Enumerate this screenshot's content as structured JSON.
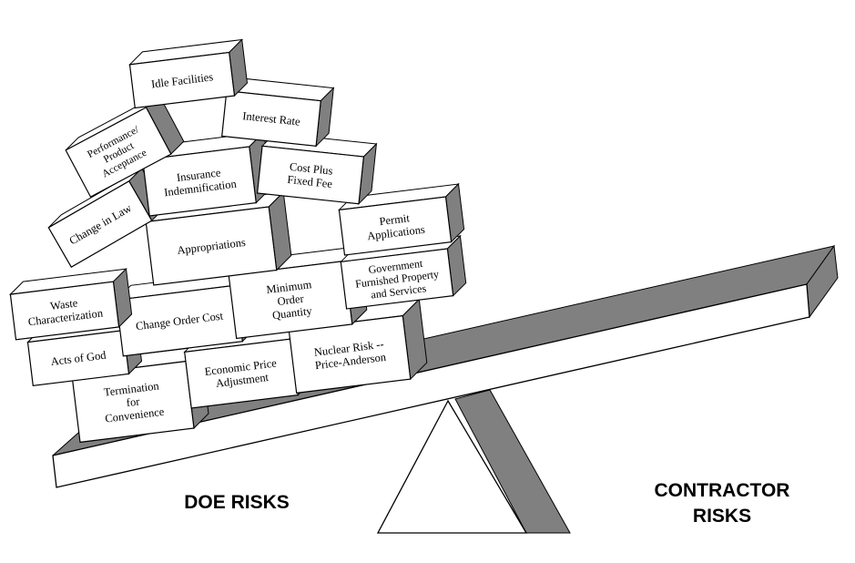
{
  "labels": {
    "left_side": "DOE RISKS",
    "right_side": [
      "CONTRACTOR",
      "RISKS"
    ]
  },
  "colors": {
    "shadow": "#808080",
    "face": "#ffffff",
    "outline": "#000000"
  },
  "blocks": [
    {
      "id": "termination-for-convenience",
      "lines": [
        "Termination",
        "for",
        "Convenience"
      ]
    },
    {
      "id": "economic-price-adjustment",
      "lines": [
        "Economic Price",
        "Adjustment"
      ]
    },
    {
      "id": "nuclear-risk-price-anderson",
      "lines": [
        "Nuclear Risk --",
        "Price-Anderson"
      ]
    },
    {
      "id": "acts-of-god",
      "lines": [
        "Acts of God"
      ]
    },
    {
      "id": "change-order-cost",
      "lines": [
        "Change Order Cost"
      ]
    },
    {
      "id": "minimum-order-quantity",
      "lines": [
        "Minimum",
        "Order",
        "Quantity"
      ]
    },
    {
      "id": "government-furnished-property",
      "lines": [
        "Government",
        "Furnished Property",
        "and Services"
      ]
    },
    {
      "id": "waste-characterization",
      "lines": [
        "Waste",
        "Characterization"
      ]
    },
    {
      "id": "appropriations",
      "lines": [
        "Appropriations"
      ]
    },
    {
      "id": "permit-applications",
      "lines": [
        "Permit",
        "Applications"
      ]
    },
    {
      "id": "change-in-law",
      "lines": [
        "Change in Law"
      ]
    },
    {
      "id": "insurance-indemnification",
      "lines": [
        "Insurance",
        "Indemnification"
      ]
    },
    {
      "id": "cost-plus-fixed-fee",
      "lines": [
        "Cost Plus",
        "Fixed Fee"
      ]
    },
    {
      "id": "performance-product-acceptance",
      "lines": [
        "Performance/",
        "Product",
        "Acceptance"
      ]
    },
    {
      "id": "interest-rate",
      "lines": [
        "Interest Rate"
      ]
    },
    {
      "id": "idle-facilities",
      "lines": [
        "Idle Facilities"
      ]
    }
  ]
}
